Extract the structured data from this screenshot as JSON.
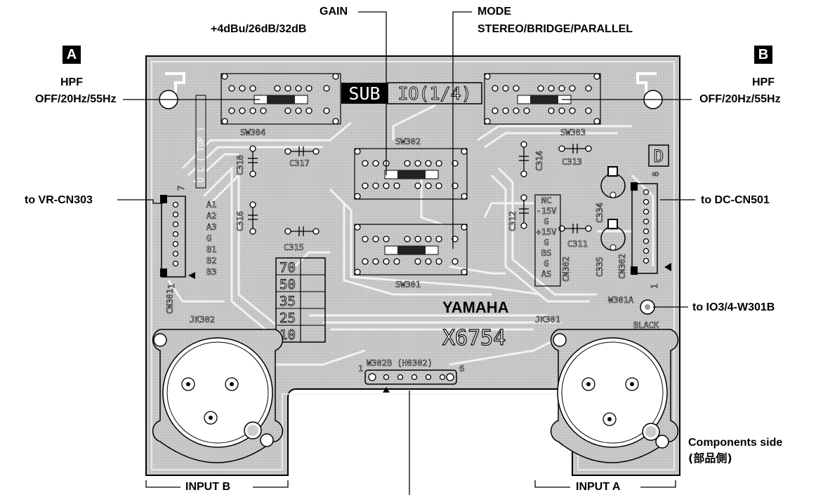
{
  "labels": {
    "gain_title": "GAIN",
    "gain_values": "+4dBu/26dB/32dB",
    "mode_title": "MODE",
    "mode_values": "STEREO/BRIDGE/PARALLEL",
    "side_a": "A",
    "side_b": "B",
    "hpf_a_title": "HPF",
    "hpf_a_values": "OFF/20Hz/55Hz",
    "hpf_b_title": "HPF",
    "hpf_b_values": "OFF/20Hz/55Hz",
    "to_vr": "to VR-CN303",
    "to_dc": "to DC-CN501",
    "to_io": "to IO3/4-W301B",
    "components_side": "Components side",
    "components_side_jp": "(部品側)",
    "input_a": "INPUT A",
    "input_b": "INPUT B"
  },
  "board": {
    "sub": "SUB",
    "id": "IO(1/4)",
    "brand": "YAMAHA",
    "part_no": "X6754",
    "layer": "U L ( TOP )",
    "letter": "D",
    "sw304": "SW304",
    "sw303": "SW303",
    "sw302": "SW302",
    "sw301": "SW301",
    "c318": "C318",
    "c317": "C317",
    "c316": "C316",
    "c315": "C315",
    "c314": "C314",
    "c313": "C313",
    "c312": "C312",
    "c311": "C311",
    "c334": "C334",
    "c335": "C335",
    "cn301": "CN301",
    "cn302": "CN302",
    "cn302_pin": "CN302",
    "jk301": "JK301",
    "jk302": "JK302",
    "w301a": "W301A",
    "black": "BLACK",
    "w302b": "W302B (H0302)",
    "pin1": "1",
    "pin6": "6",
    "pin7": "7",
    "pin8": "8",
    "pin1_cn301": "1",
    "pin1_cn302": "1",
    "cn301_pins": [
      "A1",
      "A2",
      "A3",
      "G",
      "B1",
      "B2",
      "B3"
    ],
    "cn302_pins": [
      "NC",
      "-15V",
      "G",
      "+15V",
      "G",
      "BS",
      "G",
      "AS"
    ],
    "hpf_table": [
      "70",
      "50",
      "35",
      "25",
      "10"
    ]
  }
}
